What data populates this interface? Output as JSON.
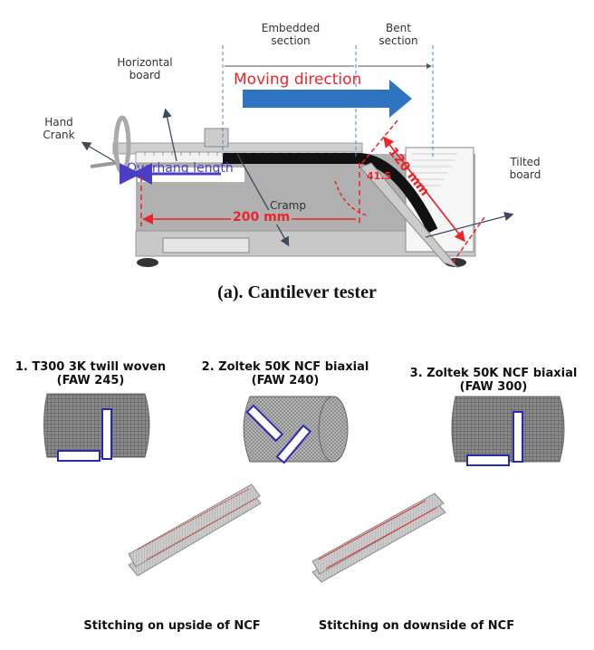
{
  "panel_a": {
    "labels": {
      "embedded": [
        "Embedded",
        "section"
      ],
      "bent": [
        "Bent",
        "section"
      ],
      "horizontal_board": [
        "Horizontal",
        "board"
      ],
      "hand_crank": [
        "Hand",
        "Crank"
      ],
      "moving_direction": "Moving direction",
      "overhang_length": "Overhang  length",
      "cramp": "Cramp",
      "length_200": "200 mm",
      "length_120": "120 mm",
      "angle": "41.5",
      "tilted_board": [
        "Tilted",
        "board"
      ]
    },
    "caption": "(a). Cantilever tester",
    "colors": {
      "red": "#e8262b",
      "blue": "#2f74c0",
      "purple": "#4a3fc4"
    }
  },
  "panel_b": {
    "fabrics": [
      {
        "title": "1.  T300 3K twill woven",
        "subtitle": "(FAW 245)"
      },
      {
        "title": "2. Zoltek  50K NCF biaxial",
        "subtitle": "(FAW 240)"
      },
      {
        "title": "3. Zoltek  50K NCF biaxial",
        "subtitle": "(FAW 300)"
      }
    ],
    "stitching": [
      {
        "caption": "Stitching on upside of NCF"
      },
      {
        "caption": "Stitching on downside of NCF"
      }
    ]
  }
}
